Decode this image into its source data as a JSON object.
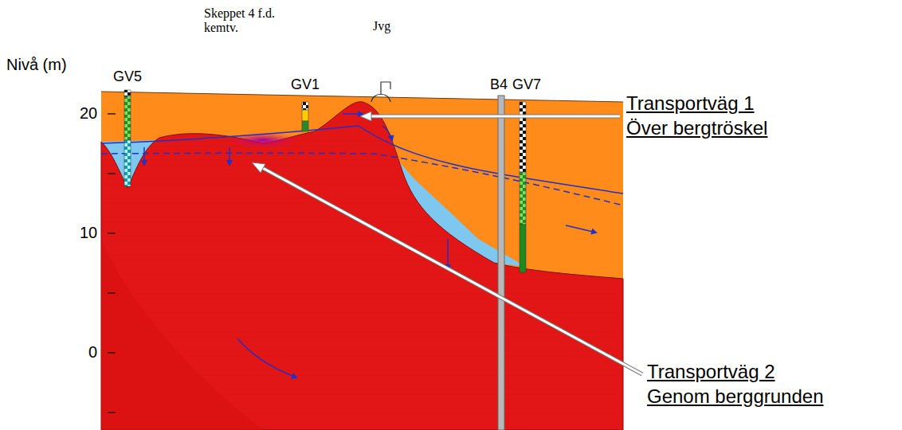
{
  "diagram": {
    "labels": [
      "Nivå (m)",
      "GV5",
      "Skeppet 4 f.d. kemtv.",
      "Jvg",
      "GV1",
      "B4",
      "GV7",
      "20",
      "10",
      "0",
      "Transportväg 1",
      "Över bergtröskel",
      "Transportväg 2",
      "Genom berggrunden"
    ]
  }
}
